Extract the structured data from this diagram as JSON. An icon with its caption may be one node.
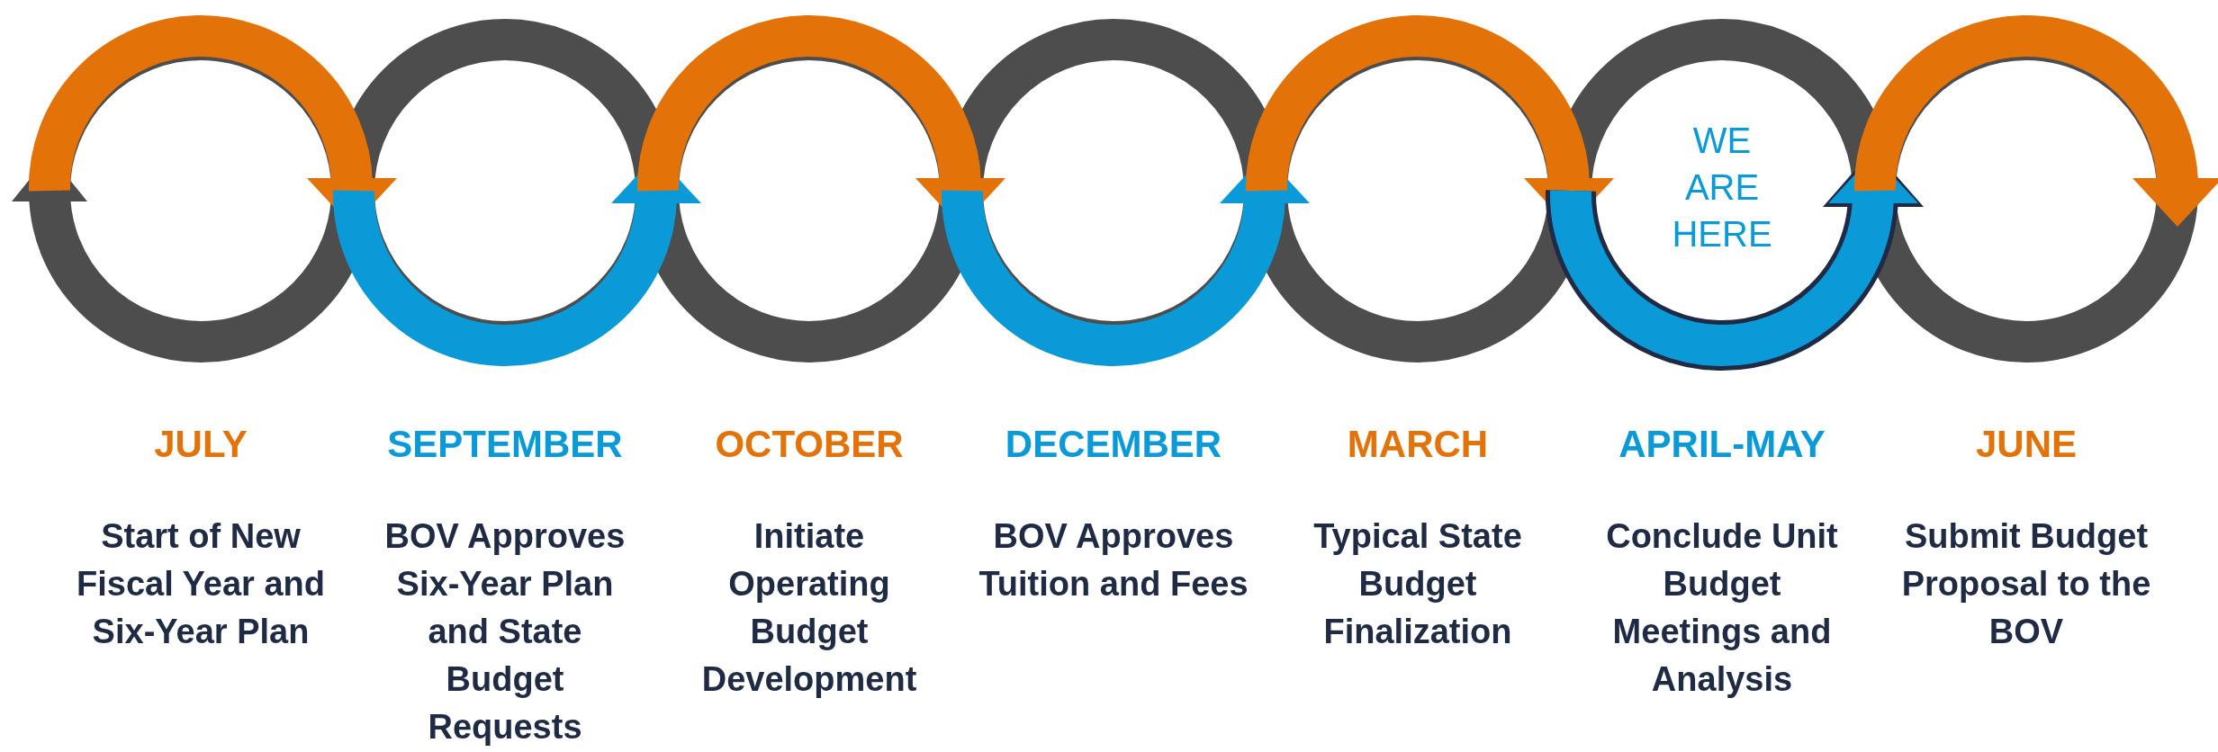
{
  "diagram": {
    "labels": [
      "WE ARE HERE",
      "JULY",
      "Start of New Fiscal Year and Six-Year Plan",
      "SEPTEMBER",
      "BOV Approves Six-Year Plan and State Budget Requests",
      "OCTOBER",
      "Initiate Operating Budget Development",
      "DECEMBER",
      "BOV Approves Tuition and Fees",
      "MARCH",
      "Typical State Budget Finalization",
      "APRIL-MAY",
      "Conclude Unit Budget Meetings and Analysis",
      "JUNE",
      "Submit Budget Proposal to the BOV"
    ]
  }
}
